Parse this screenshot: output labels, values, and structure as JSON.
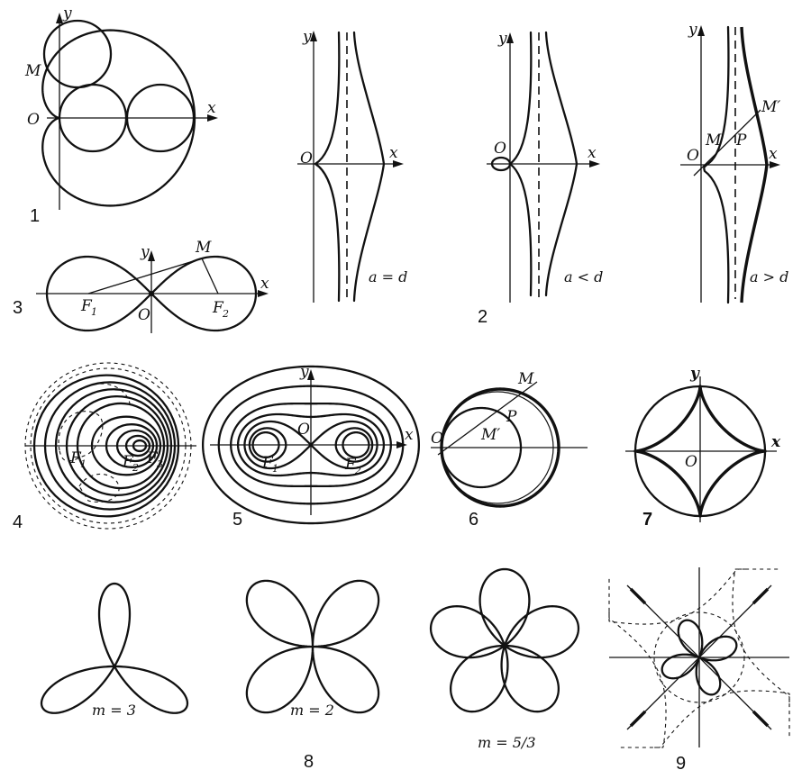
{
  "labels": {
    "axis_x": "x",
    "axis_y": "y",
    "origin": "O",
    "point_M": "M",
    "point_M_prime": "M′",
    "point_P": "P",
    "focus_1": "F",
    "focus_2": "F",
    "focus_3": "F",
    "sub_1": "1",
    "sub_2": "2",
    "sub_3": "3"
  },
  "figures": {
    "fig1": "1",
    "fig2": "2",
    "fig3": "3",
    "fig4": "4",
    "fig5": "5",
    "fig6": "6",
    "fig7": "7",
    "fig8": "8",
    "fig9": "9"
  },
  "conditions": {
    "a_eq_d": "a = d",
    "a_lt_d": "a < d",
    "a_gt_d": "a > d",
    "m3": "m = 3",
    "m2": "m = 2",
    "m53": "m = 5/3"
  }
}
